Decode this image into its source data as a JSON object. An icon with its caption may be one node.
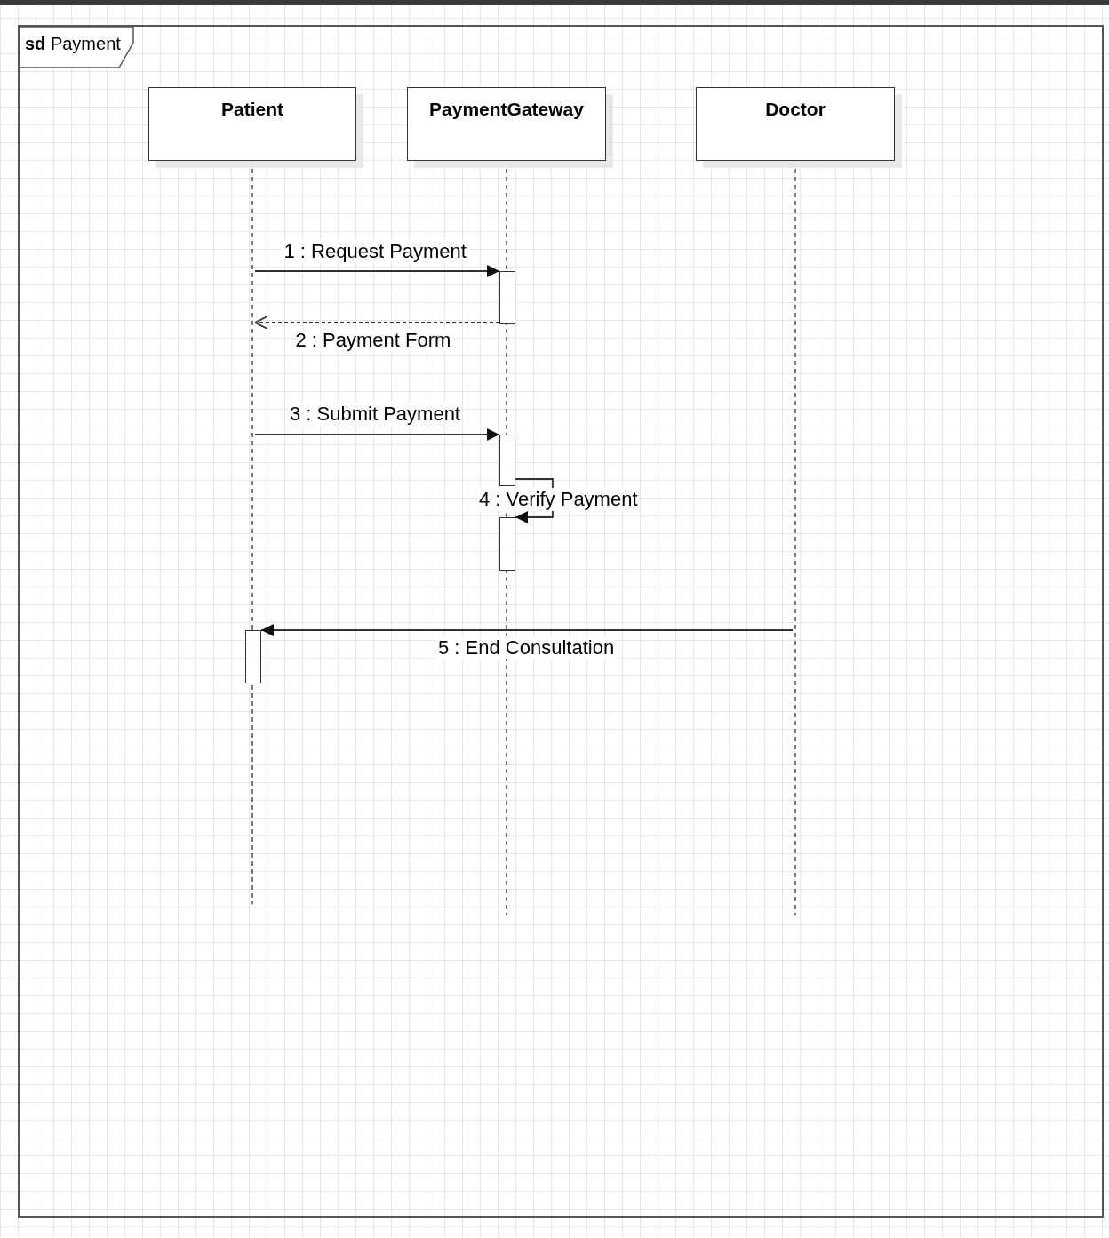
{
  "diagram": {
    "nodes": [
      {
        "text": [
          "**sd** Payment"
        ]
      },
      {
        "text": [
          "Patient"
        ],
        "in": 0
      },
      {
        "text": [
          "PaymentGateway"
        ],
        "in": 0
      },
      {
        "text": [
          "Doctor"
        ],
        "in": 0
      },
      {
        "text": [],
        "shape": "bar",
        "in": 2
      },
      {
        "text": [],
        "shape": "bar",
        "in": 2
      },
      {
        "text": [],
        "shape": "bar",
        "in": 2
      },
      {
        "text": [],
        "shape": "bar",
        "in": 0
      }
    ],
    "edges": [
      {
        "from": 1,
        "to": 4,
        "arrow": "to",
        "label": "1 : Request Payment"
      },
      {
        "from": 4,
        "to": 1,
        "arrow": "to",
        "style": "dashed",
        "label": "2 : Payment Form"
      },
      {
        "from": 1,
        "to": 5,
        "arrow": "to",
        "label": "3 : Submit Payment"
      },
      {
        "from": 5,
        "to": 6,
        "arrow": "to",
        "label": "4 : Verify Payment"
      },
      {
        "from": 3,
        "to": 7,
        "arrow": "to",
        "label": "5 : End Consultation"
      }
    ]
  }
}
